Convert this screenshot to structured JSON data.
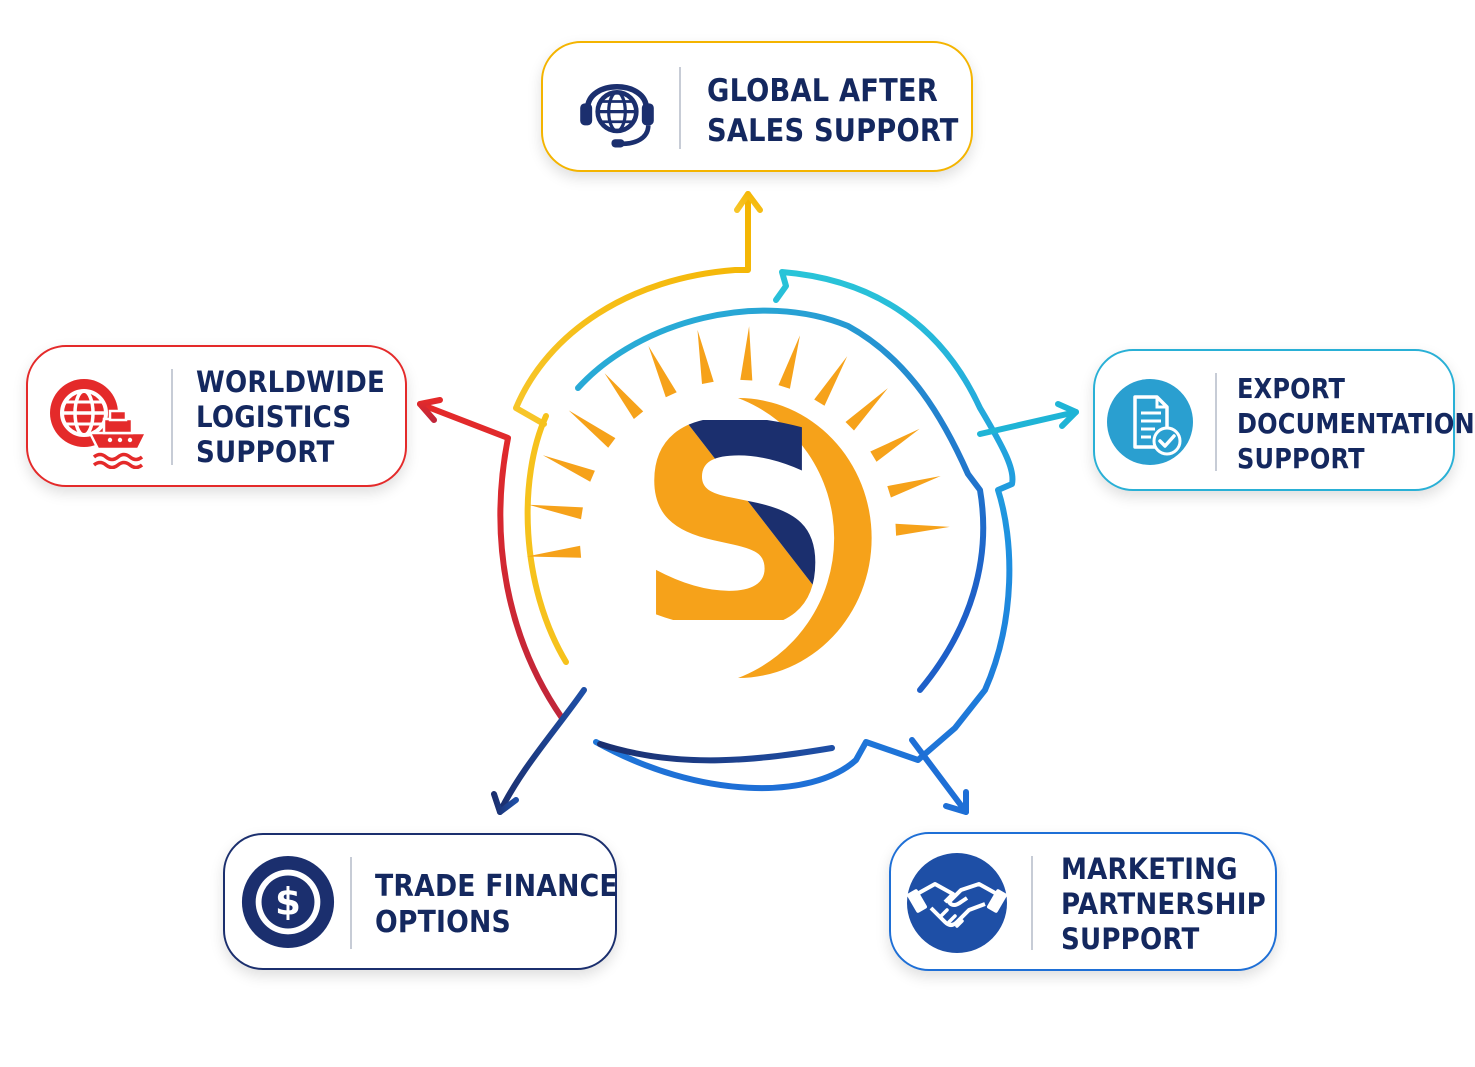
{
  "central_logo": {
    "letter": "S"
  },
  "nodes": {
    "after_sales": {
      "lines": [
        "GLOBAL AFTER",
        "SALES SUPPORT"
      ],
      "icon": "headset-globe-icon",
      "color": "#f4b400"
    },
    "logistics": {
      "lines": [
        "WORLDWIDE",
        "LOGISTICS",
        "SUPPORT"
      ],
      "icon": "globe-ship-icon",
      "color": "#e42a2a"
    },
    "export": {
      "lines": [
        "EXPORT",
        "DOCUMENTATION",
        "SUPPORT"
      ],
      "icon": "document-check-icon",
      "color": "#29b0d6"
    },
    "finance": {
      "lines": [
        "TRADE FINANCE",
        "OPTIONS"
      ],
      "icon": "dollar-coin-icon",
      "color": "#1b2f6e"
    },
    "marketing": {
      "lines": [
        "MARKETING",
        "PARTNERSHIP",
        "SUPPORT"
      ],
      "icon": "handshake-icon",
      "color": "#1e6fd6"
    }
  },
  "colors": {
    "navy": "#1b2f6e",
    "text": "#14285f",
    "yellow": "#f4b400",
    "orange": "#f6a21a",
    "red": "#e42a2a",
    "cyan": "#29b0d6",
    "blue": "#1e6fd6"
  }
}
